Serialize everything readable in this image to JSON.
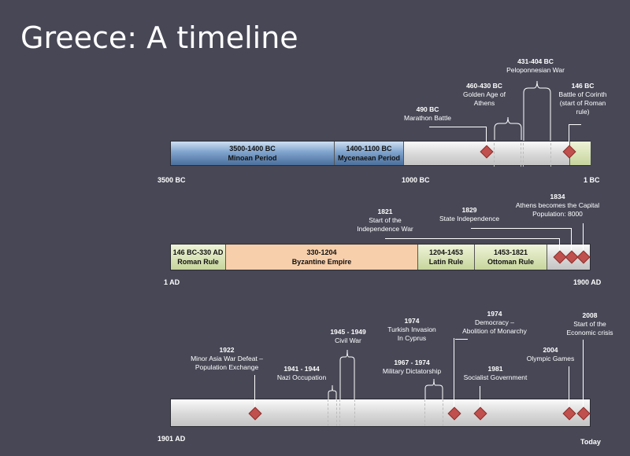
{
  "title": "Greece: A timeline",
  "row1": {
    "start": "3500 BC",
    "mid": "1000 BC",
    "end": "1 BC",
    "periods": [
      {
        "date": "3500-1400 BC",
        "name": "Minoan Period"
      },
      {
        "date": "1400-1100 BC",
        "name": "Mycenaean Period"
      }
    ],
    "events": [
      {
        "date": "490 BC",
        "name": "Marathon Battle"
      },
      {
        "date": "460-430 BC",
        "name": "Golden Age of",
        "name2": "Athens"
      },
      {
        "date": "431-404 BC",
        "name": "Peloponnesian War"
      },
      {
        "date": "146 BC",
        "name": "Battle of Corinth",
        "name2": "(start of Roman",
        "name3": "rule)"
      }
    ]
  },
  "row2": {
    "start": "1 AD",
    "end": "1900 AD",
    "periods": [
      {
        "date": "146 BC-330 AD",
        "name": "Roman Rule"
      },
      {
        "date": "330-1204",
        "name": "Byzantine Empire"
      },
      {
        "date": "1204-1453",
        "name": "Latin Rule"
      },
      {
        "date": "1453-1821",
        "name": "Ottoman Rule"
      }
    ],
    "events": [
      {
        "date": "1821",
        "name": "Start of the",
        "name2": "Independence War"
      },
      {
        "date": "1829",
        "name": "State Independence"
      },
      {
        "date": "1834",
        "name": "Athens becomes the Capital",
        "name2": "Population: 8000"
      }
    ]
  },
  "row3": {
    "start": "1901 AD",
    "end": "Today",
    "events": [
      {
        "date": "1922",
        "name": "Minor Asia War Defeat –",
        "name2": "Population Exchange"
      },
      {
        "date": "1941 - 1944",
        "name": "Nazi Occupation"
      },
      {
        "date": "1945 - 1949",
        "name": "Civil War"
      },
      {
        "date": "1974",
        "name": "Turkish Invasion",
        "name2": "In Cyprus"
      },
      {
        "date": "1967 - 1974",
        "name": "Military Dictatorship"
      },
      {
        "date": "1974",
        "name": "Democracy –",
        "name2": "Abolition of Monarchy"
      },
      {
        "date": "1981",
        "name": "Socialist Government"
      },
      {
        "date": "2004",
        "name": "Olympic Games"
      },
      {
        "date": "2008",
        "name": "Start of the",
        "name2": "Economic crisis"
      }
    ]
  }
}
